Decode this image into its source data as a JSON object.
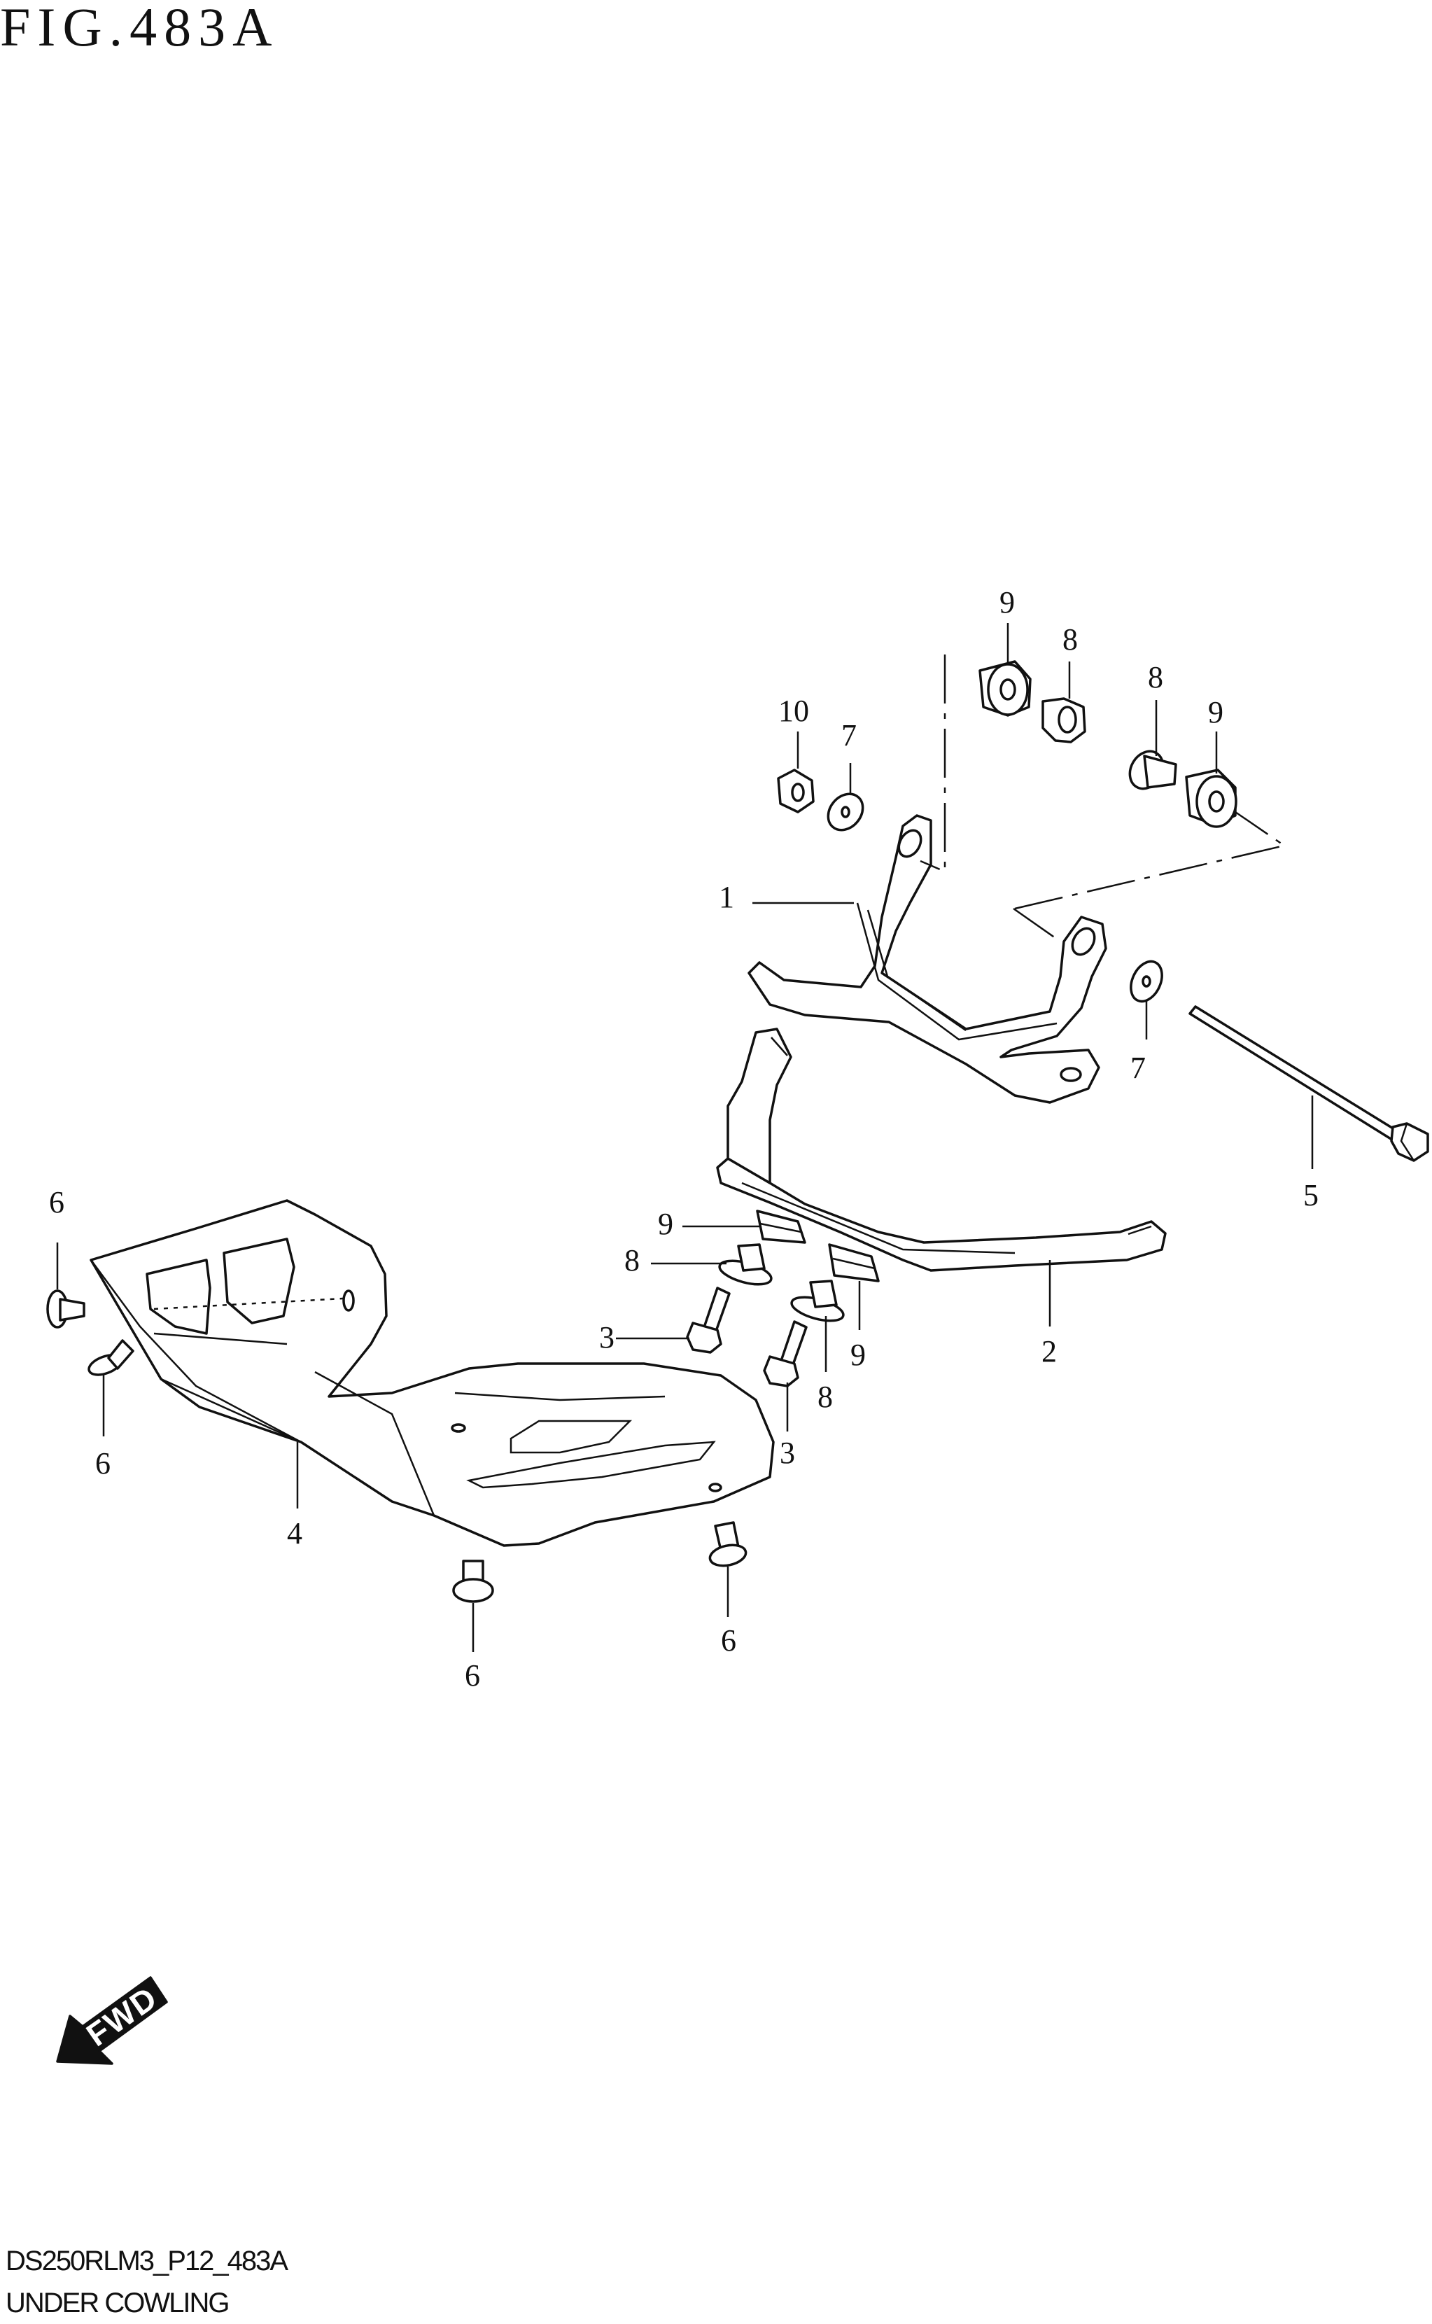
{
  "figure": {
    "title": "FIG.483A",
    "code": "DS250RLM3_P12_483A",
    "name": "UNDER COWLING"
  },
  "callouts": {
    "part1": "1",
    "part2": "2",
    "part3a": "3",
    "part3b": "3",
    "part4": "4",
    "part5": "5",
    "part6a": "6",
    "part6b": "6",
    "part6c": "6",
    "part6d": "6",
    "part7a": "7",
    "part7b": "7",
    "part8a": "8",
    "part8b": "8",
    "part8c": "8",
    "part8d": "8",
    "part9a": "9",
    "part9b": "9",
    "part9c": "9",
    "part9d": "9",
    "part10": "10"
  },
  "direction": {
    "label": "FWD",
    "icon": "fwd-arrow-icon"
  }
}
